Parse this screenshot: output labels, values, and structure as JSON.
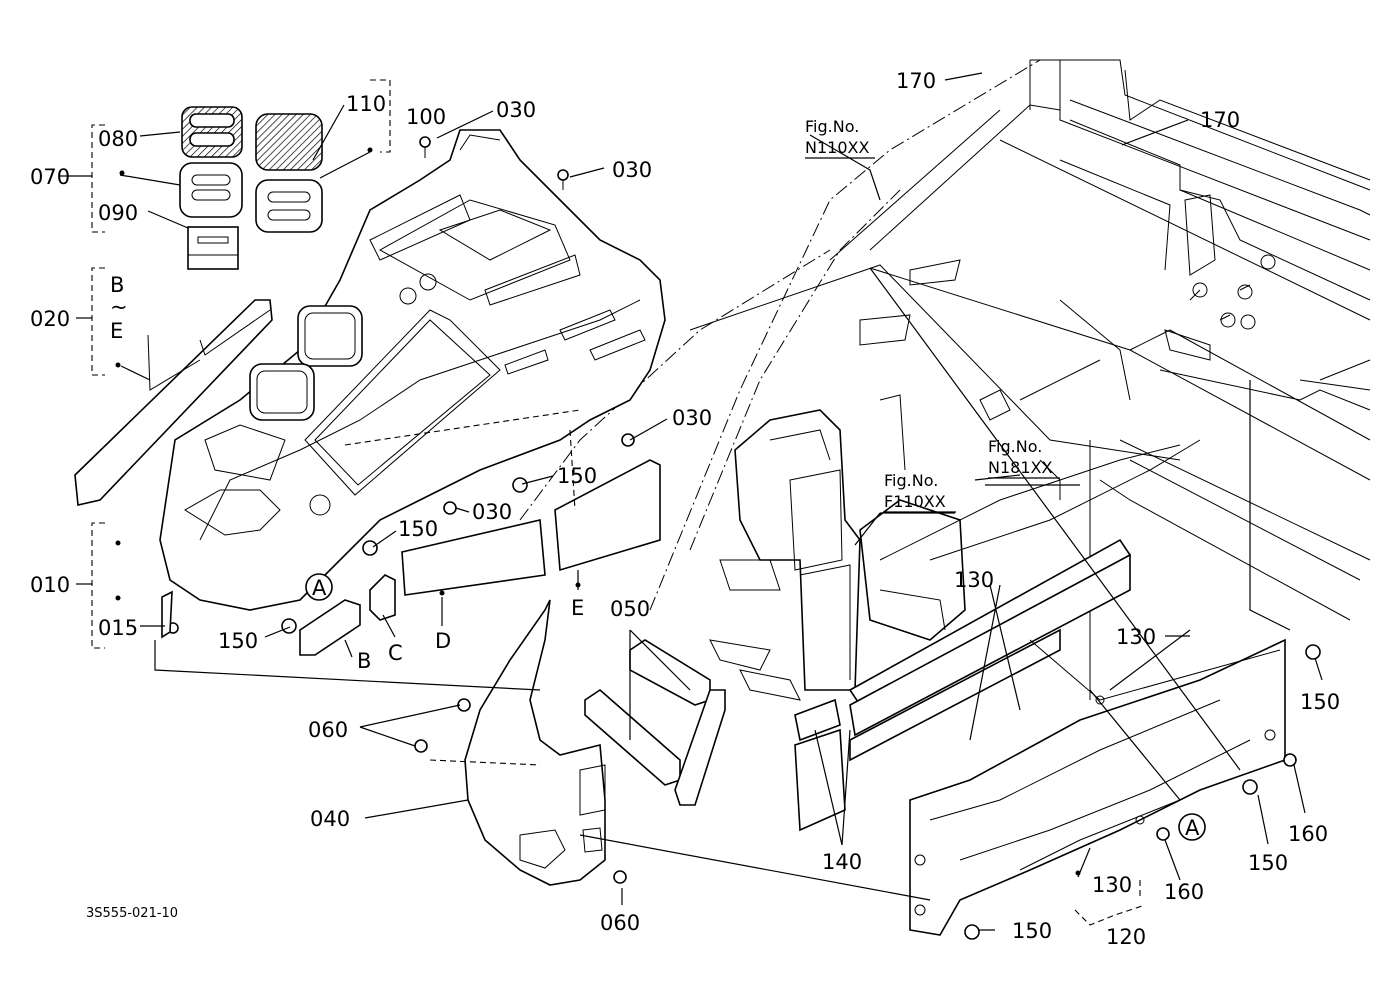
{
  "labels": {
    "l170a": "170",
    "l170b": "170",
    "l110": "110",
    "l100": "100",
    "l030a": "030",
    "l030b": "030",
    "l030c": "030",
    "l030d": "030",
    "l080": "080",
    "l070": "070",
    "l090": "090",
    "l020": "020",
    "lB": "B",
    "lTilde": "~",
    "lE": "E",
    "l150a": "150",
    "l150b": "150",
    "l150c": "150",
    "l150d": "150",
    "l150e": "150",
    "l150f": "150",
    "l010": "010",
    "l015": "015",
    "lA1": "A",
    "lA2": "A",
    "lBpart": "B",
    "lCpart": "C",
    "lDpart": "D",
    "lEpart": "E",
    "l050": "050",
    "l060a": "060",
    "l060b": "060",
    "l040": "040",
    "l130a": "130",
    "l130b": "130",
    "l130c": "130",
    "l140": "140",
    "l160a": "160",
    "l160b": "160",
    "l120": "120"
  },
  "references": {
    "fig_n110_line1": "Fig.No.",
    "fig_n110_line2": "N110XX",
    "fig_n181_line1": "Fig.No.",
    "fig_n181_line2": "N181XX",
    "fig_f110_line1": "Fig.No.",
    "fig_f110_line2": "F110XX"
  },
  "drawing_code": "3S555-021-10"
}
